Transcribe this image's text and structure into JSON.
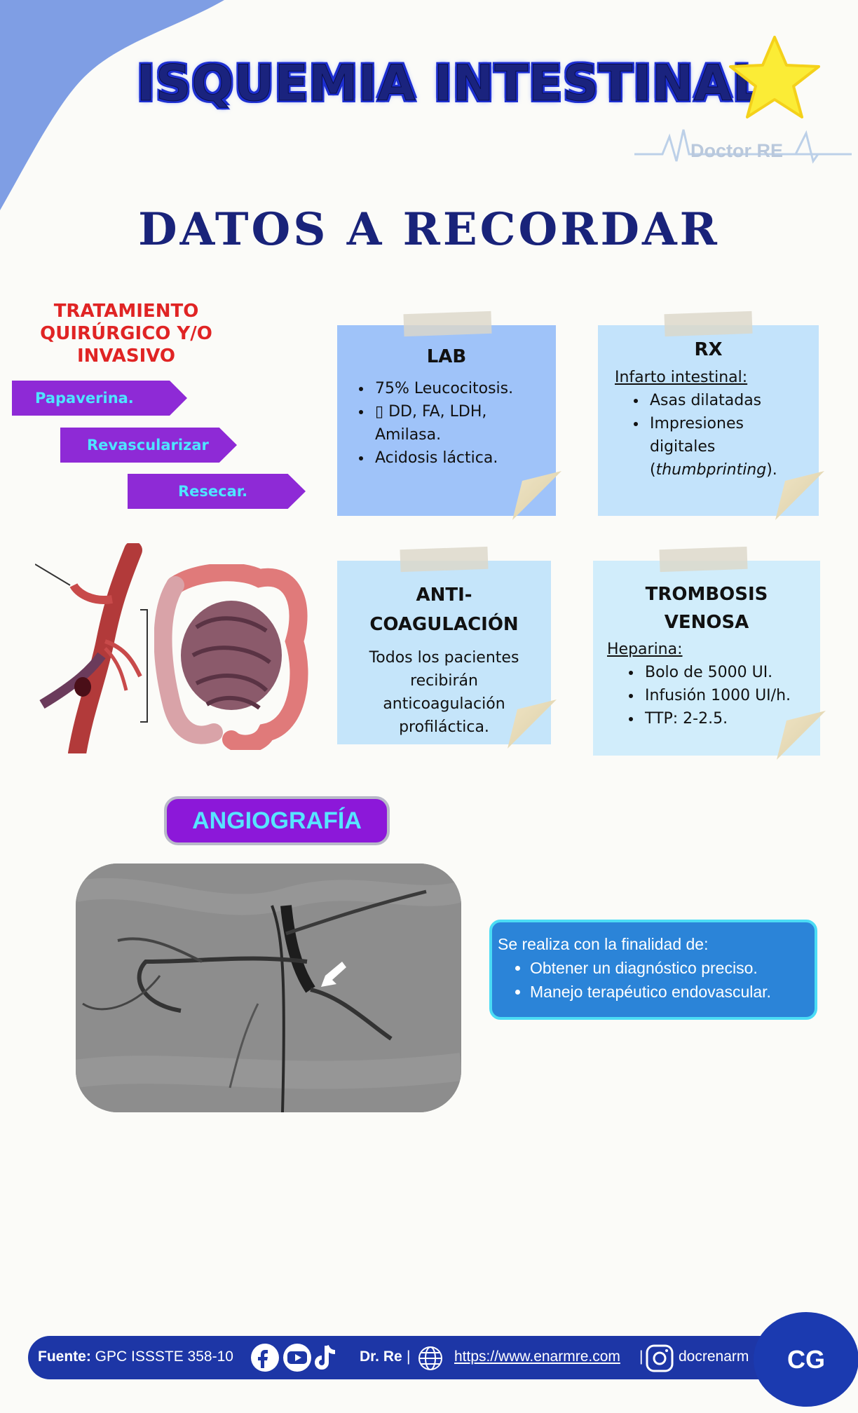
{
  "header": {
    "title": "ISQUEMIA INTESTINAL",
    "brand": "Doctor RE"
  },
  "section_title": "DATOS A RECORDAR",
  "treatment": {
    "title_lines": [
      "TRATAMIENTO",
      "QUIRÚRGICO Y/O",
      "INVASIVO"
    ],
    "tags": [
      "Papaverina.",
      "Revascularizar",
      "Resecar."
    ]
  },
  "lab": {
    "title": "LAB",
    "items": [
      "75% Leucocitosis.",
      "▯ DD, FA, LDH, Amilasa.",
      "Acidosis láctica."
    ]
  },
  "rx": {
    "title": "RX",
    "subtitle": "Infarto intestinal:",
    "items": [
      "Asas dilatadas",
      "Impresiones digitales"
    ],
    "italic_term": "thumbprinting",
    "suffix": ")."
  },
  "anticoag": {
    "title_lines": [
      "ANTI-",
      "COAGULACIÓN"
    ],
    "body": "Todos los pacientes recibirán anticoagulación profiláctica."
  },
  "trombosis": {
    "title_lines": [
      "TROMBOSIS",
      "VENOSA"
    ],
    "subtitle": "Heparina:",
    "items": [
      "Bolo de 5000 UI.",
      "Infusión 1000 UI/h.",
      "TTP: 2-2.5."
    ]
  },
  "angio": {
    "badge": "ANGIOGRAFÍA",
    "info_title": "Se realiza con la finalidad de:",
    "info_items": [
      "Obtener un diagnóstico preciso.",
      "Manejo terapéutico endovascular."
    ]
  },
  "footer": {
    "source_label": "Fuente:",
    "source": "GPC ISSSTE 358-10",
    "author": "Dr. Re",
    "separator": "|",
    "url": "https://www.enarmre.com",
    "handle": "docrenarm",
    "badge": "CG"
  },
  "colors": {
    "navy": "#19237a",
    "purple": "#8e2ad6",
    "cyan": "#4ee5ff",
    "red": "#e02424",
    "footer_blue": "#1d36a6"
  }
}
